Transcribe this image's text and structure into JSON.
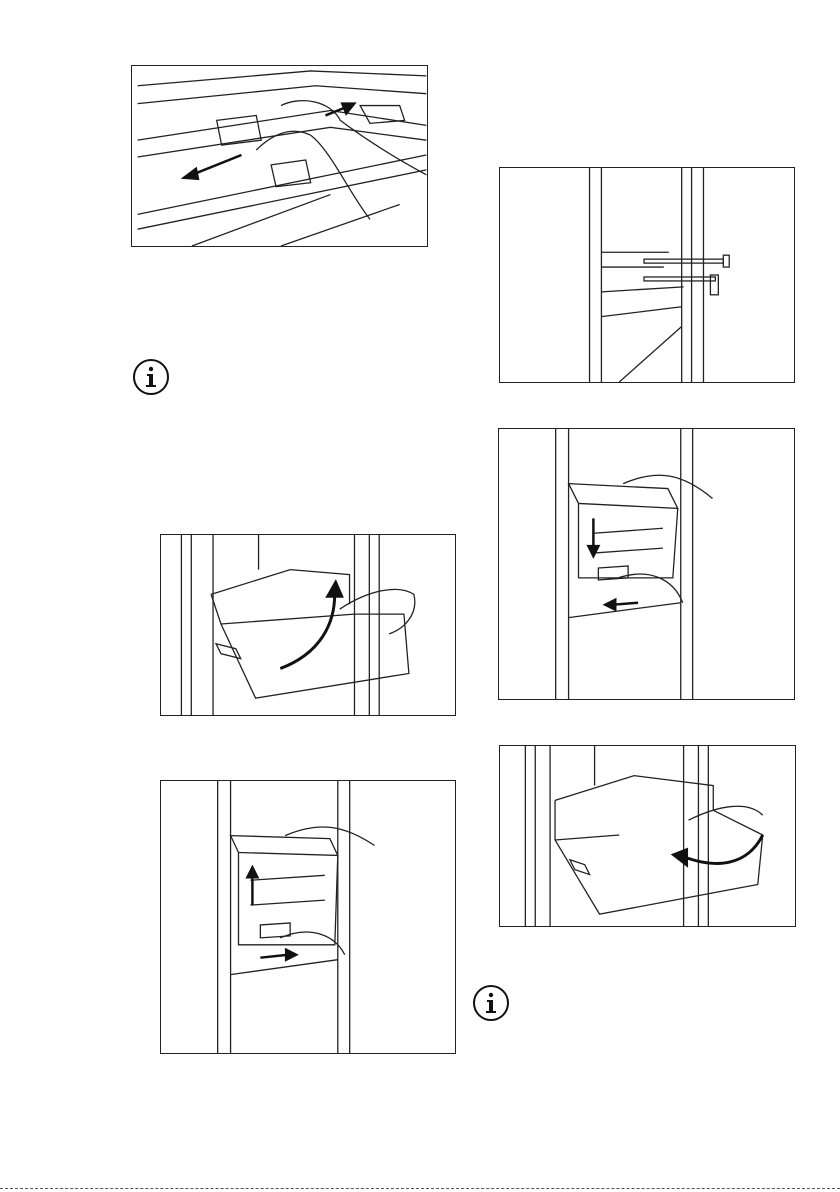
{
  "page": {
    "figures": [
      {
        "name": "shelf-slide-figure",
        "icon": "shelf-slide-illustration"
      },
      {
        "name": "drawer-rails-figure",
        "icon": "drawer-rails-illustration"
      },
      {
        "name": "drawer-lift-figure",
        "icon": "drawer-lift-illustration"
      },
      {
        "name": "drawer-lower-figure",
        "icon": "drawer-lower-illustration"
      },
      {
        "name": "drawer-tilt-up-figure",
        "icon": "drawer-tilt-up-illustration"
      },
      {
        "name": "drawer-tilt-down-figure",
        "icon": "drawer-tilt-down-illustration"
      }
    ],
    "info_icons": [
      "info-icon",
      "info-icon"
    ],
    "colors": {
      "line": "#222222",
      "paper": "#ffffff"
    }
  }
}
